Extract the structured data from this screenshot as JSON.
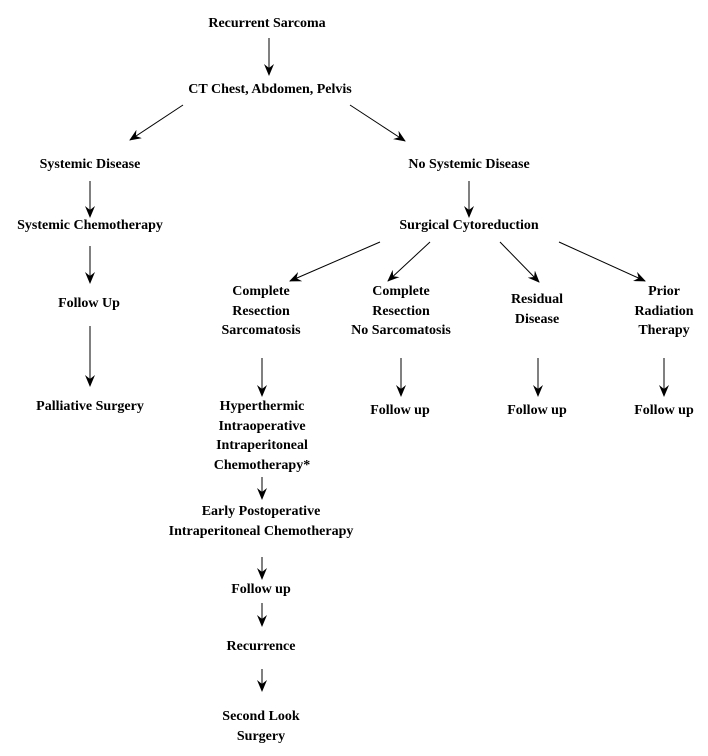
{
  "diagram": {
    "nodes": {
      "recurrent_sarcoma": {
        "lines": [
          "Recurrent Sarcoma"
        ]
      },
      "ct_scan": {
        "lines": [
          "CT Chest, Abdomen, Pelvis"
        ]
      },
      "systemic_disease": {
        "lines": [
          "Systemic Disease"
        ]
      },
      "no_systemic_disease": {
        "lines": [
          "No Systemic Disease"
        ]
      },
      "systemic_chemotherapy": {
        "lines": [
          "Systemic Chemotherapy"
        ]
      },
      "follow_up_systemic": {
        "lines": [
          "Follow Up"
        ]
      },
      "palliative_surgery": {
        "lines": [
          "Palliative Surgery"
        ]
      },
      "surgical_cytoreduction": {
        "lines": [
          "Surgical Cytoreduction"
        ]
      },
      "complete_resection_sarcomatosis": {
        "lines": [
          "Complete",
          "Resection",
          "Sarcomatosis"
        ]
      },
      "complete_resection_no_sarcomatosis": {
        "lines": [
          "Complete",
          "Resection",
          "No Sarcomatosis"
        ]
      },
      "residual_disease": {
        "lines": [
          "Residual",
          "Disease"
        ]
      },
      "prior_radiation_therapy": {
        "lines": [
          "Prior",
          "Radiation",
          "Therapy"
        ]
      },
      "hipec": {
        "lines": [
          "Hyperthermic",
          "Intraoperative",
          "Intraperitoneal",
          "Chemotherapy*"
        ]
      },
      "follow_up_no_sarcomatosis": {
        "lines": [
          "Follow up"
        ]
      },
      "follow_up_residual": {
        "lines": [
          "Follow up"
        ]
      },
      "follow_up_radiation": {
        "lines": [
          "Follow up"
        ]
      },
      "epic": {
        "lines": [
          "Early Postoperative",
          "Intraperitoneal Chemotherapy"
        ]
      },
      "follow_up_sarcomatosis": {
        "lines": [
          "Follow up"
        ]
      },
      "recurrence": {
        "lines": [
          "Recurrence"
        ]
      },
      "second_look_surgery": {
        "lines": [
          "Second Look",
          "Surgery"
        ]
      }
    },
    "edges": [
      {
        "from": "recurrent_sarcoma",
        "to": "ct_scan"
      },
      {
        "from": "ct_scan",
        "to": "systemic_disease"
      },
      {
        "from": "ct_scan",
        "to": "no_systemic_disease"
      },
      {
        "from": "systemic_disease",
        "to": "systemic_chemotherapy"
      },
      {
        "from": "systemic_chemotherapy",
        "to": "follow_up_systemic"
      },
      {
        "from": "follow_up_systemic",
        "to": "palliative_surgery"
      },
      {
        "from": "no_systemic_disease",
        "to": "surgical_cytoreduction"
      },
      {
        "from": "surgical_cytoreduction",
        "to": "complete_resection_sarcomatosis"
      },
      {
        "from": "surgical_cytoreduction",
        "to": "complete_resection_no_sarcomatosis"
      },
      {
        "from": "surgical_cytoreduction",
        "to": "residual_disease"
      },
      {
        "from": "surgical_cytoreduction",
        "to": "prior_radiation_therapy"
      },
      {
        "from": "complete_resection_sarcomatosis",
        "to": "hipec"
      },
      {
        "from": "complete_resection_no_sarcomatosis",
        "to": "follow_up_no_sarcomatosis"
      },
      {
        "from": "residual_disease",
        "to": "follow_up_residual"
      },
      {
        "from": "prior_radiation_therapy",
        "to": "follow_up_radiation"
      },
      {
        "from": "hipec",
        "to": "epic"
      },
      {
        "from": "epic",
        "to": "follow_up_sarcomatosis"
      },
      {
        "from": "follow_up_sarcomatosis",
        "to": "recurrence"
      },
      {
        "from": "recurrence",
        "to": "second_look_surgery"
      }
    ]
  }
}
